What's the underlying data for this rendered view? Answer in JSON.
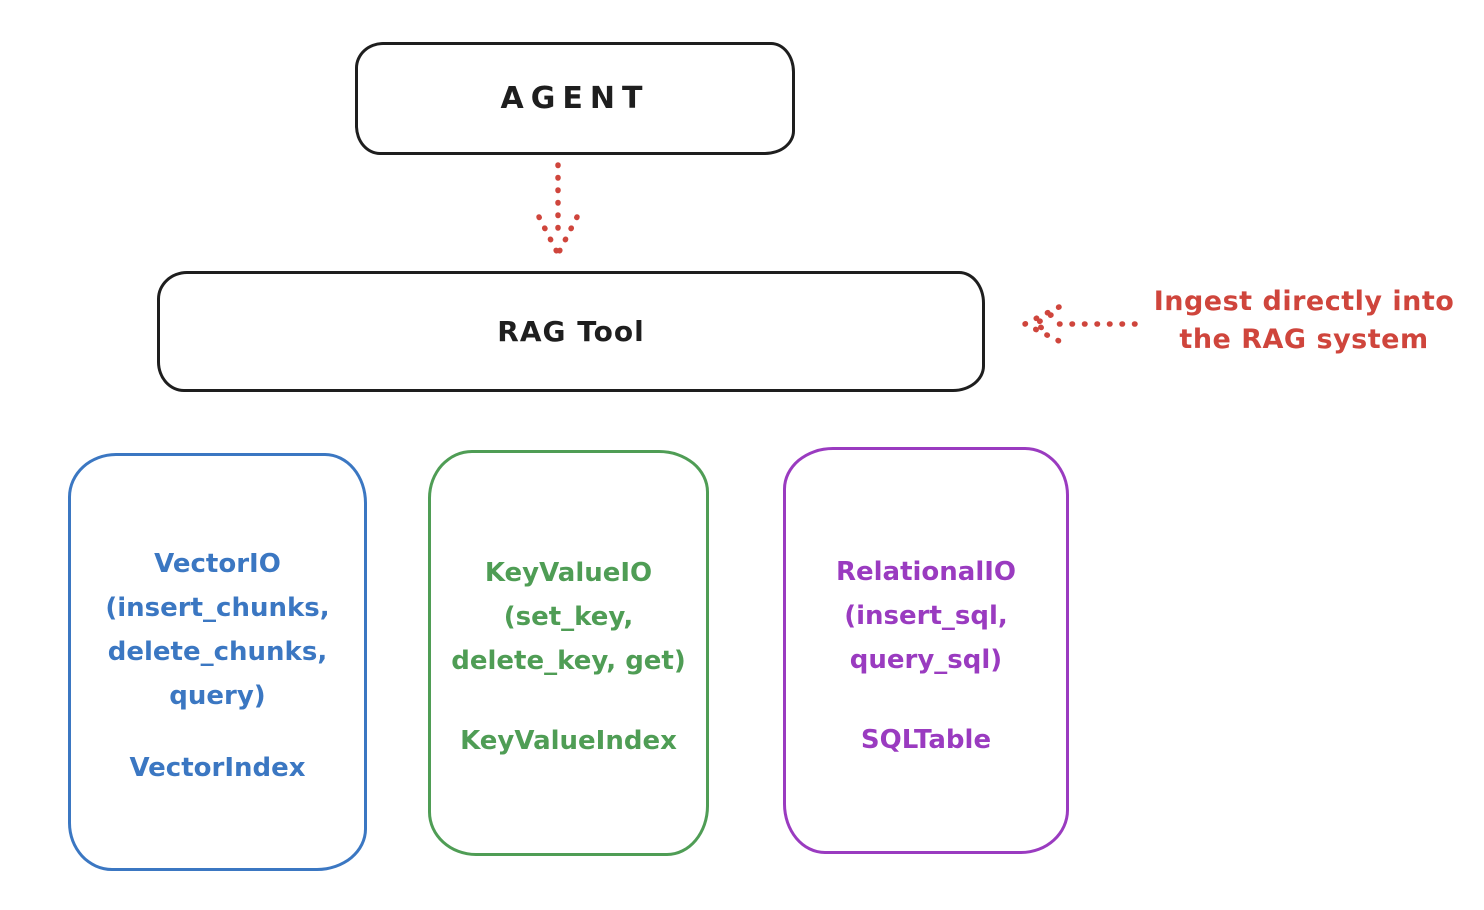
{
  "canvas": {
    "background": "#ffffff"
  },
  "palette": {
    "ink": "#1e1e1e",
    "red": "#cf453c",
    "blue": "#3b77c2",
    "green": "#4f9d55",
    "purple": "#9a3bc0"
  },
  "agent_node": {
    "label": "AGENT"
  },
  "rag_tool_node": {
    "label": "RAG Tool"
  },
  "ingest_note": {
    "line1": "Ingest directly into",
    "line2": "the RAG system"
  },
  "arrows": {
    "agent_to_rag": {
      "style": "dotted",
      "color": "#cf453c",
      "direction": "down"
    },
    "note_to_rag": {
      "style": "dotted",
      "color": "#cf453c",
      "direction": "left"
    }
  },
  "vector_node": {
    "line1": "VectorIO",
    "line2": "(insert_chunks,",
    "line3": "delete_chunks,",
    "line4": "query)",
    "index_label": "VectorIndex"
  },
  "keyvalue_node": {
    "line1": "KeyValueIO",
    "line2": "(set_key,",
    "line3": "delete_key, get)",
    "index_label": "KeyValueIndex"
  },
  "relational_node": {
    "line1": "RelationalIO",
    "line2": "(insert_sql,",
    "line3": "query_sql)",
    "index_label": "SQLTable"
  }
}
